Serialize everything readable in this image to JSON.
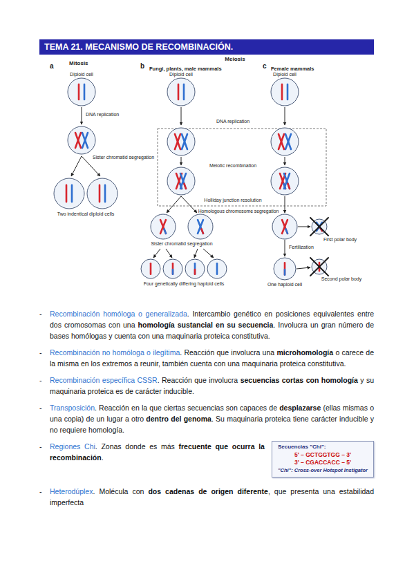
{
  "diagram": {
    "title": "TEMA 21. MECANISMO DE RECOMBINACIÓN.",
    "nodes": [
      {
        "text": [
          "Secuencias \"Chi\":",
          "5' – GCTGGTGG – 3'",
          "3' – CGACCACC – 5'",
          "\"Chi\": Cross-over Hotspot Instigator"
        ]
      }
    ],
    "labels": [
      "a",
      "Mitosis",
      "Diploid cell",
      "DNA replication",
      "Sister chromatid segregation",
      "Two indentical diploid cells",
      "b",
      "Fungi, plants, male mammals",
      "Meiosis",
      "c",
      "Female mammals",
      "Diploid cell",
      "Diploid cell",
      "DNA replication",
      "Meiotic recombination",
      "Holliday junction resolution",
      "Homologous chromosome segregation",
      "Sister chromatid segregation",
      "First polar body",
      "Fertilization",
      "Second polar body",
      "Four genetically differing haploid cells",
      "One haploid cell",
      "-",
      "Recombinación homóloga o generalizada",
      ". Intercambio genético en posiciones equivalentes entre dos cromosomas con una ",
      "homología sustancial en su secuencia",
      ". Involucra un gran número de bases homólogas y cuenta con una maquinaria proteica constitutiva.",
      "-",
      "Recombinación no homóloga o ilegítima",
      ". Reacción que involucra una ",
      "microhomología",
      " o carece de la misma en los extremos a reunir, también cuenta con una maquinaria proteica constitutiva.",
      "-",
      "Recombinación específica CSSR",
      ". Reacción que involucra ",
      "secuencias cortas con homología",
      " y su maquinaria proteica es de carácter inducible.",
      "-",
      "Transposición",
      ". Reacción en la que ciertas secuencias son capaces de ",
      "desplazarse",
      " (ellas mismas o una copia) de un lugar a otro ",
      "dentro del genoma",
      ". Su maquinaria proteica tiene carácter inducible y no requiere homología.",
      "-",
      "Regiones Chi",
      ". Zonas donde es más ",
      "frecuente que ocurra la recombinación",
      ".",
      "-",
      "Heterodúplex",
      ". Molécula con ",
      "dos cadenas de origen diferente",
      ", que presenta una estabilidad imperfecta"
    ]
  }
}
